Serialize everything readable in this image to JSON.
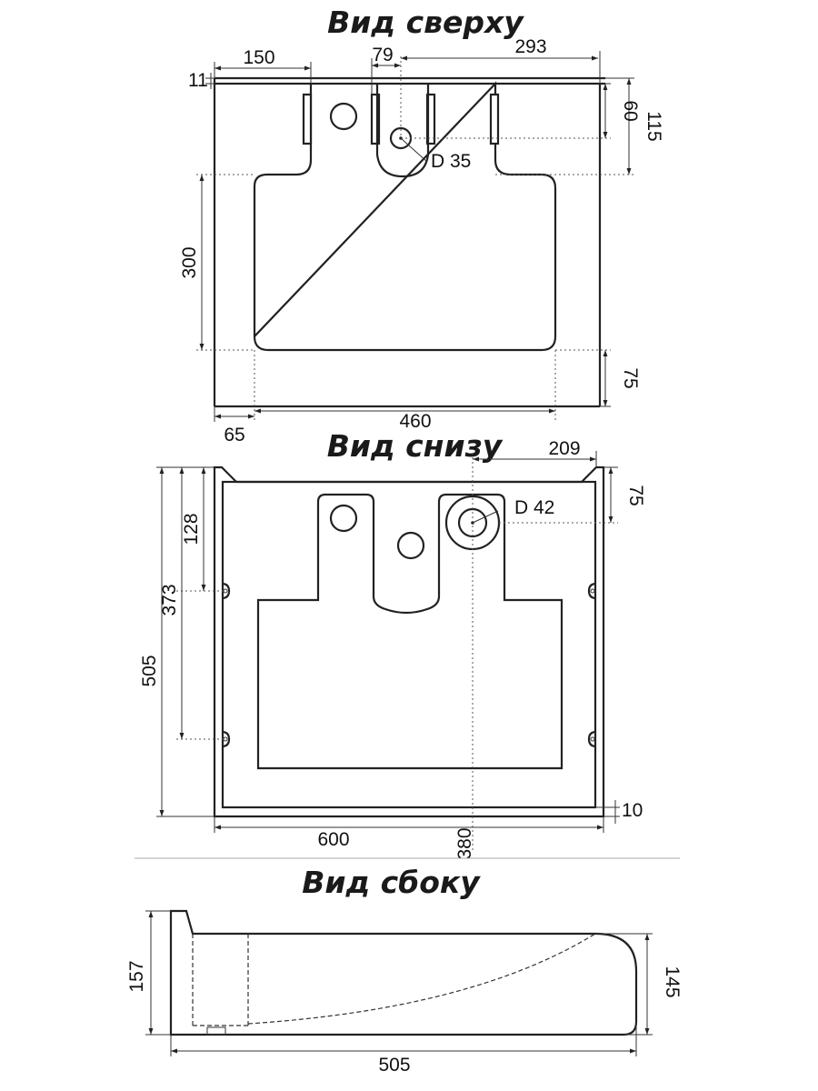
{
  "views": {
    "top": {
      "title": "Вид сверху",
      "dims": {
        "width_left": "150",
        "pipe_offset": "79",
        "pipe_to_edge": "293",
        "rim": "11",
        "pipe_depth": "60",
        "front_depth": "115",
        "hole_diameter": "D 35",
        "bowl_length": "300",
        "back_margin": "75",
        "side_margin": "65",
        "bowl_width": "460"
      }
    },
    "bottom": {
      "title": "Вид снизу",
      "dims": {
        "drain_offset": "209",
        "front_offset": "75",
        "drain_diameter": "D 42",
        "mount_upper": "128",
        "mount_lower": "373",
        "overall_depth": "505",
        "back_wall": "10",
        "overall_width": "600",
        "drain_center": "380"
      }
    },
    "side": {
      "title": "Вид сбоку",
      "dims": {
        "height_back": "157",
        "height_front": "145",
        "depth": "505"
      }
    }
  }
}
